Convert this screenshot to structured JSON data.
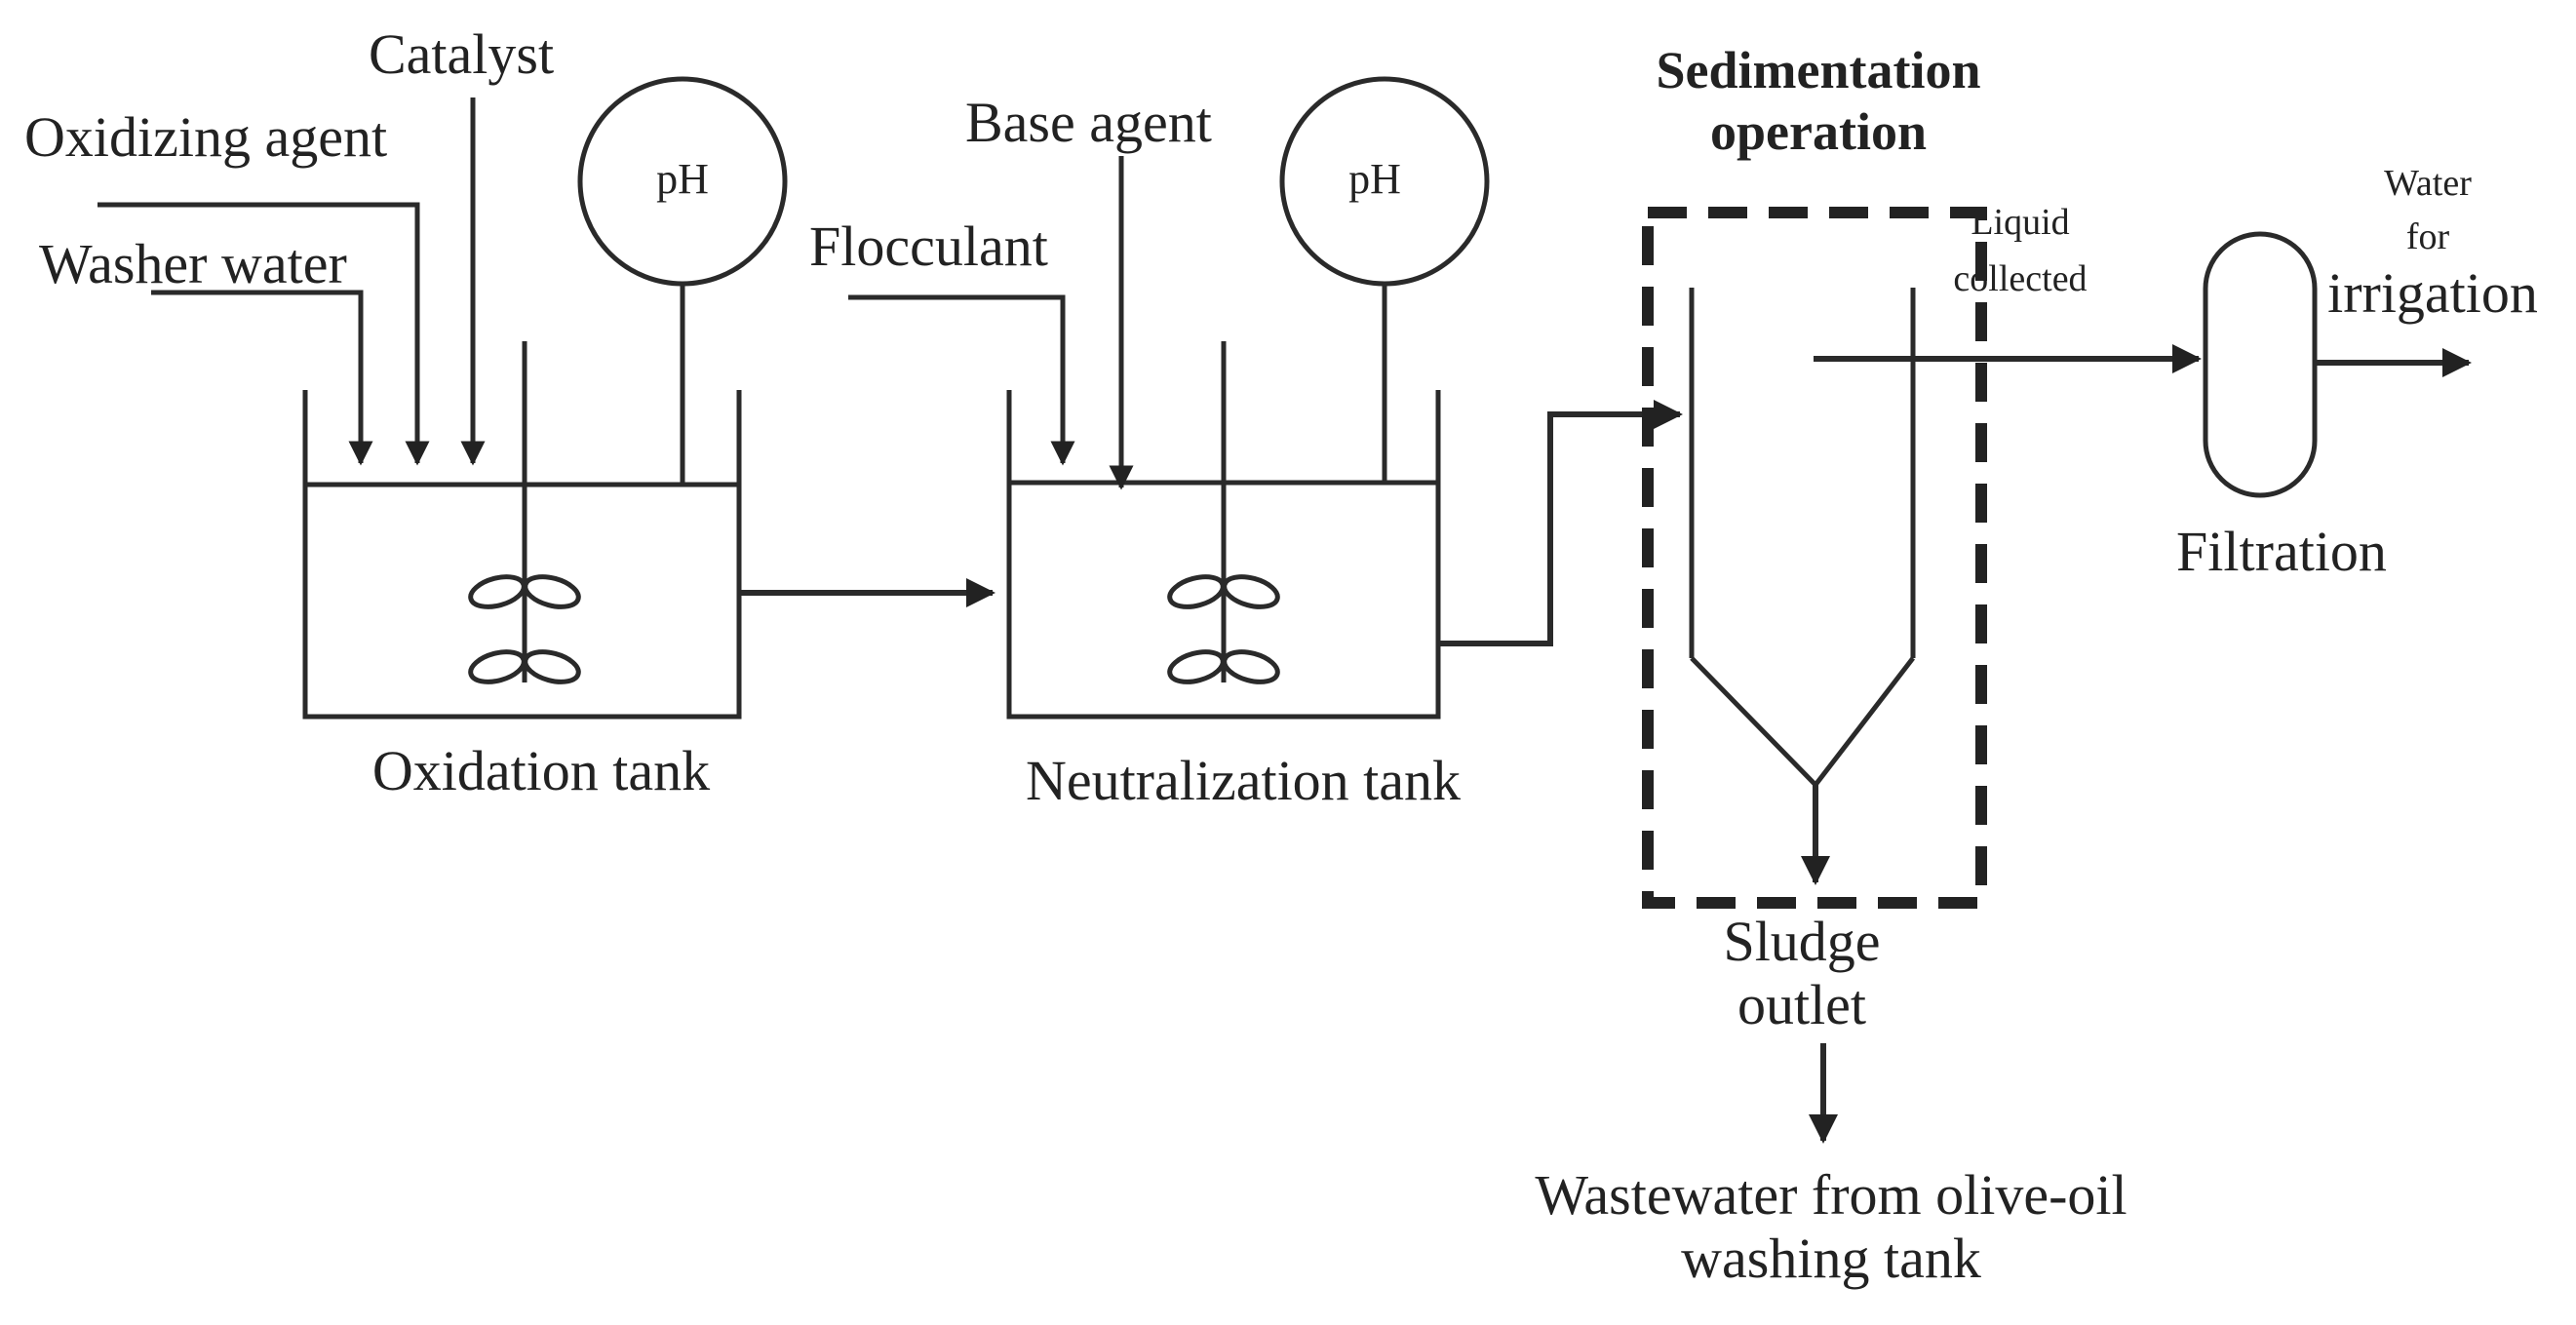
{
  "labels": {
    "catalyst": "Catalyst",
    "oxidizing_agent": "Oxidizing agent",
    "washer_water": "Washer water",
    "ph_1": "pH",
    "oxidation_tank": "Oxidation tank",
    "base_agent": "Base agent",
    "flocculant": "Flocculant",
    "ph_2": "pH",
    "neutralization_tank": "Neutralization tank",
    "sedimentation_line1": "Sedimentation",
    "sedimentation_line2": "operation",
    "liquid_line1": "Liquid",
    "liquid_line2": "collected",
    "water_line1": "Water",
    "water_line2": "for",
    "water_line3": "irrigation",
    "filtration": "Filtration",
    "sludge_line1": "Sludge",
    "sludge_line2": "outlet",
    "wastewater_line1": "Wastewater from olive-oil",
    "wastewater_line2": "washing tank"
  }
}
